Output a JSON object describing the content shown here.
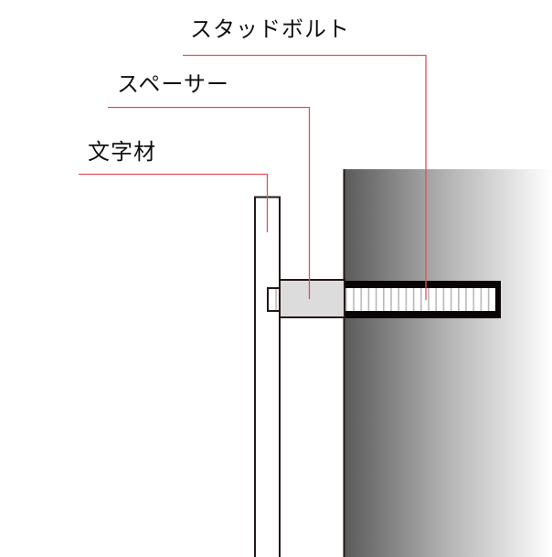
{
  "diagram": {
    "title": "",
    "labels": {
      "stud_bolt": "スタッドボルト",
      "spacer": "スペーサー",
      "letter_material": "文字材"
    },
    "colors": {
      "leader_line": "#e0505a",
      "outline": "#231815",
      "spacer_fill": "#dcdcdc",
      "wall_gradient_start": "#5a5a5a",
      "wall_gradient_end": "#ffffff",
      "bolt_hole": "#0a0505"
    },
    "components": [
      "wall",
      "stud-bolt",
      "spacer",
      "letter-material",
      "nut"
    ]
  }
}
